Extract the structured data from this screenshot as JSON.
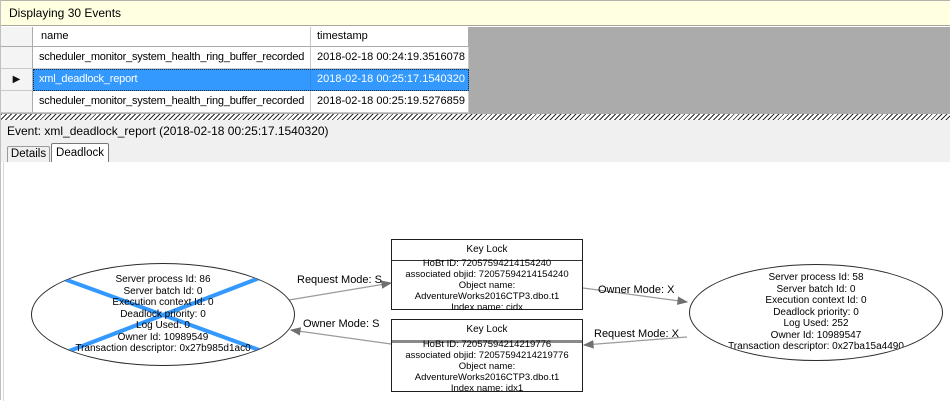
{
  "title_bar": {
    "label": "Displaying 30 Events"
  },
  "grid": {
    "columns": [
      {
        "label": "name"
      },
      {
        "label": "timestamp"
      }
    ],
    "rows": [
      {
        "name": "scheduler_monitor_system_health_ring_buffer_recorded",
        "timestamp": "2018-02-18 00:24:19.3516078"
      },
      {
        "name": "xml_deadlock_report",
        "timestamp": "2018-02-18 00:25:17.1540320"
      },
      {
        "name": "scheduler_monitor_system_health_ring_buffer_recorded",
        "timestamp": "2018-02-18 00:25:19.5276859"
      }
    ],
    "selected_row_index": 1,
    "selection_color": "#3399FF",
    "current_row_icon": "▶"
  },
  "event_bar": {
    "label": "Event: xml_deadlock_report (2018-02-18 00:25:17.1540320)"
  },
  "tabs": [
    {
      "label": "Details",
      "active": false
    },
    {
      "label": "Deadlock",
      "active": true
    }
  ],
  "deadlock_graph": {
    "victim_cross_color": "#3399FF",
    "processes": [
      {
        "role": "victim",
        "lines": [
          "Server process Id: 86",
          "Server batch Id: 0",
          "Execution context Id: 0",
          "Deadlock priority: 0",
          "Log Used: 0",
          "Owner Id: 10989549",
          "Transaction descriptor: 0x27b985d1ac0"
        ]
      },
      {
        "role": "survivor",
        "lines": [
          "Server process Id: 58",
          "Server batch Id: 0",
          "Execution context Id: 0",
          "Deadlock priority: 0",
          "Log Used: 252",
          "Owner Id: 10989547",
          "Transaction descriptor: 0x27ba15a4490"
        ]
      }
    ],
    "resources": [
      {
        "title": "Key Lock",
        "lines": [
          "HoBt ID: 72057594214154240",
          "associated objid: 72057594214154240",
          "Object name: AdventureWorks2016CTP3.dbo.t1",
          "Index name: cidx"
        ]
      },
      {
        "title": "Key Lock",
        "lines": [
          "HoBt ID: 72057594214219776",
          "associated objid: 72057594214219776",
          "Object name: AdventureWorks2016CTP3.dbo.t1",
          "Index name: idx1"
        ]
      }
    ],
    "edges": [
      {
        "label": "Request Mode: S",
        "from": "process-86",
        "to": "keylock-cidx"
      },
      {
        "label": "Owner Mode: S",
        "from": "keylock-idx1",
        "to": "process-86"
      },
      {
        "label": "Owner Mode: X",
        "from": "keylock-cidx",
        "to": "process-58"
      },
      {
        "label": "Request Mode: X",
        "from": "process-58",
        "to": "keylock-idx1"
      }
    ]
  }
}
